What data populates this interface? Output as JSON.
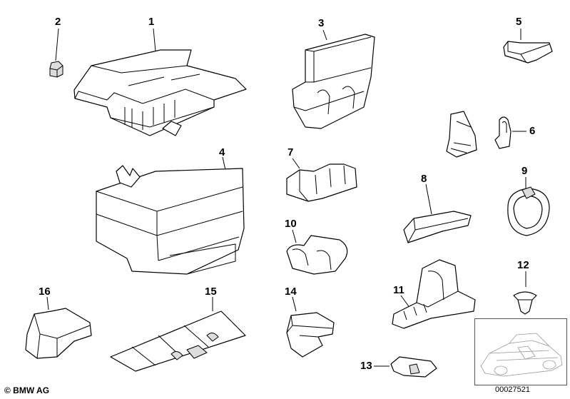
{
  "callouts": [
    "1",
    "2",
    "3",
    "4",
    "5",
    "6",
    "7",
    "8",
    "9",
    "10",
    "11",
    "12",
    "13",
    "14",
    "15",
    "16"
  ],
  "copyright": "© BMW AG",
  "document_number": "00027521"
}
